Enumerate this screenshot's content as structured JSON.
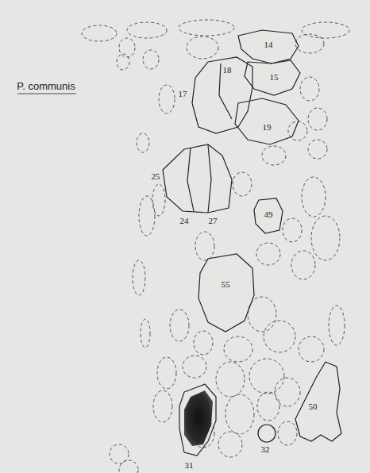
{
  "diagram": {
    "labels": [
      "P. communis",
      "14",
      "18",
      "15",
      "17",
      "19",
      "25",
      "24",
      "27",
      "49",
      "55",
      "50",
      "32",
      "31"
    ]
  }
}
